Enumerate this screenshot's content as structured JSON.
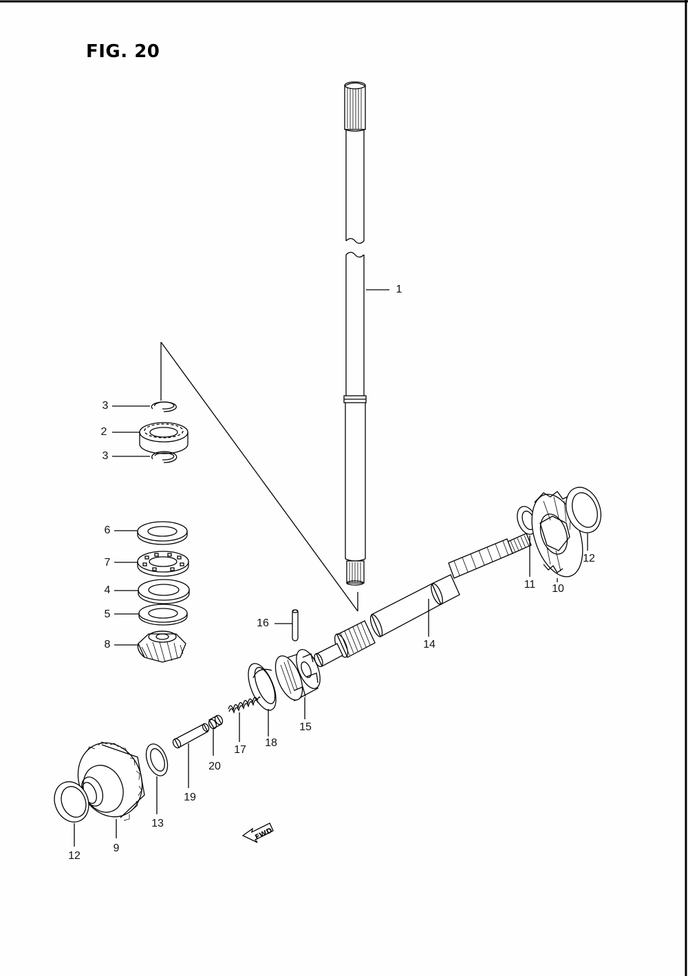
{
  "figure": {
    "title": "FIG. 20",
    "fwd_label": "FWD"
  },
  "parts": [
    {
      "id": "p1",
      "label": "1",
      "icon": "drive-shaft-icon"
    },
    {
      "id": "p2",
      "label": "2",
      "icon": "ball-bearing-icon"
    },
    {
      "id": "p3a",
      "label": "3",
      "icon": "circlip-icon"
    },
    {
      "id": "p3b",
      "label": "3",
      "icon": "circlip-icon"
    },
    {
      "id": "p4",
      "label": "4",
      "icon": "washer-icon"
    },
    {
      "id": "p5",
      "label": "5",
      "icon": "washer-icon"
    },
    {
      "id": "p6",
      "label": "6",
      "icon": "washer-icon"
    },
    {
      "id": "p7",
      "label": "7",
      "icon": "thrust-bearing-icon"
    },
    {
      "id": "p8",
      "label": "8",
      "icon": "pinion-gear-icon"
    },
    {
      "id": "p9",
      "label": "9",
      "icon": "forward-gear-icon"
    },
    {
      "id": "p10",
      "label": "10",
      "icon": "reverse-gear-icon"
    },
    {
      "id": "p11",
      "label": "11",
      "icon": "washer-icon"
    },
    {
      "id": "p12a",
      "label": "12",
      "icon": "shim-icon"
    },
    {
      "id": "p12b",
      "label": "12",
      "icon": "shim-icon"
    },
    {
      "id": "p13",
      "label": "13",
      "icon": "washer-icon"
    },
    {
      "id": "p14",
      "label": "14",
      "icon": "propeller-shaft-icon"
    },
    {
      "id": "p15",
      "label": "15",
      "icon": "clutch-dog-icon"
    },
    {
      "id": "p16",
      "label": "16",
      "icon": "pin-icon"
    },
    {
      "id": "p17",
      "label": "17",
      "icon": "spring-icon"
    },
    {
      "id": "p18",
      "label": "18",
      "icon": "retainer-ring-icon"
    },
    {
      "id": "p19",
      "label": "19",
      "icon": "push-rod-icon"
    },
    {
      "id": "p20",
      "label": "20",
      "icon": "ball-icon"
    }
  ]
}
